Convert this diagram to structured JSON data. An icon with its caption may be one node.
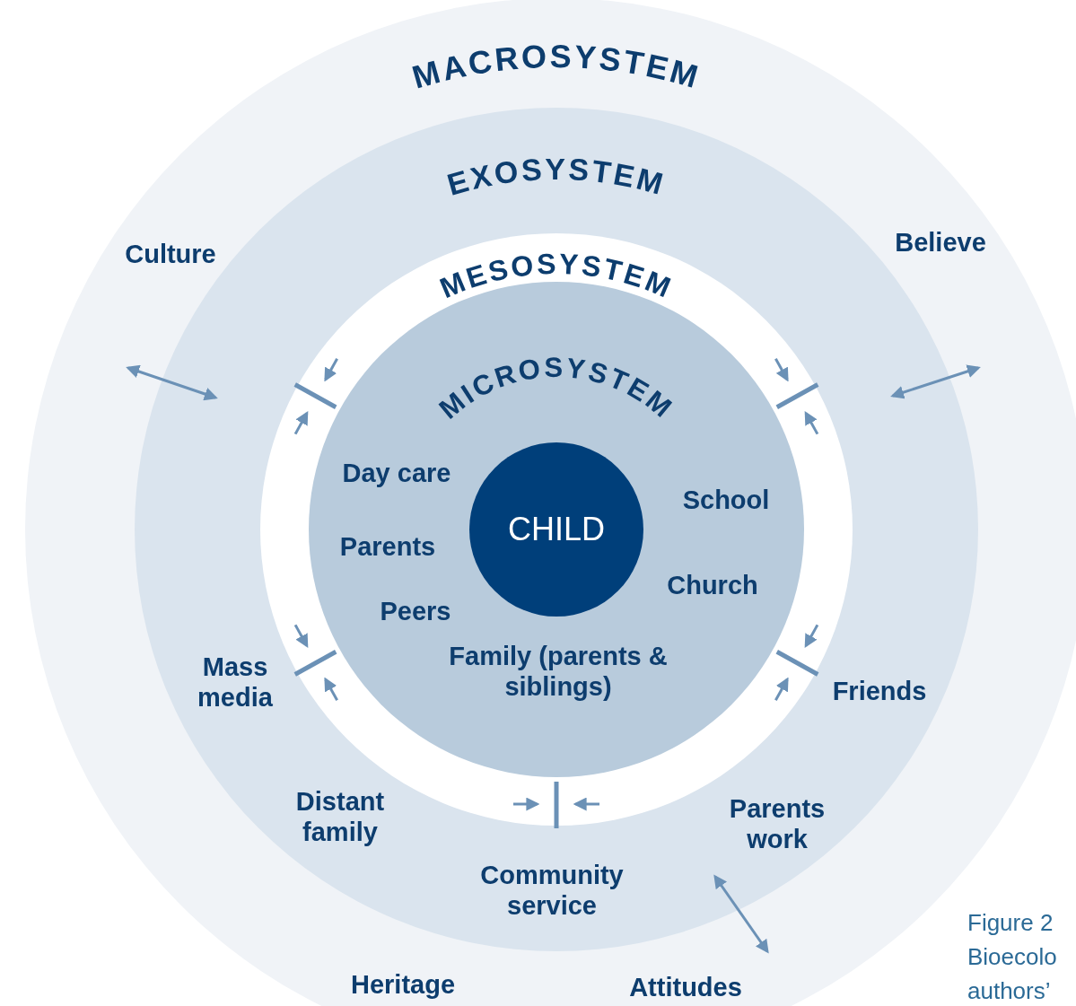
{
  "diagram": {
    "nodes": [
      {
        "text": [
          "MACROSYSTEM"
        ]
      },
      {
        "text": [
          "EXOSYSTEM"
        ],
        "in": 0
      },
      {
        "text": [
          "MESOSYSTEM"
        ],
        "in": 1
      },
      {
        "text": [
          "MICROSYSTEM"
        ],
        "in": 2
      },
      {
        "text": [
          "CHILD"
        ],
        "in": 3
      }
    ],
    "labels": [
      "Culture",
      "Believe",
      "Day care",
      "School",
      "Parents",
      "Church",
      "Peers",
      "Mass media",
      "Family (parents & siblings)",
      "Friends",
      "Distant family",
      "Parents work",
      "Community service",
      "Figure 2",
      "Bioecolo",
      "Heritage",
      "Attitudes",
      "authors’"
    ]
  }
}
